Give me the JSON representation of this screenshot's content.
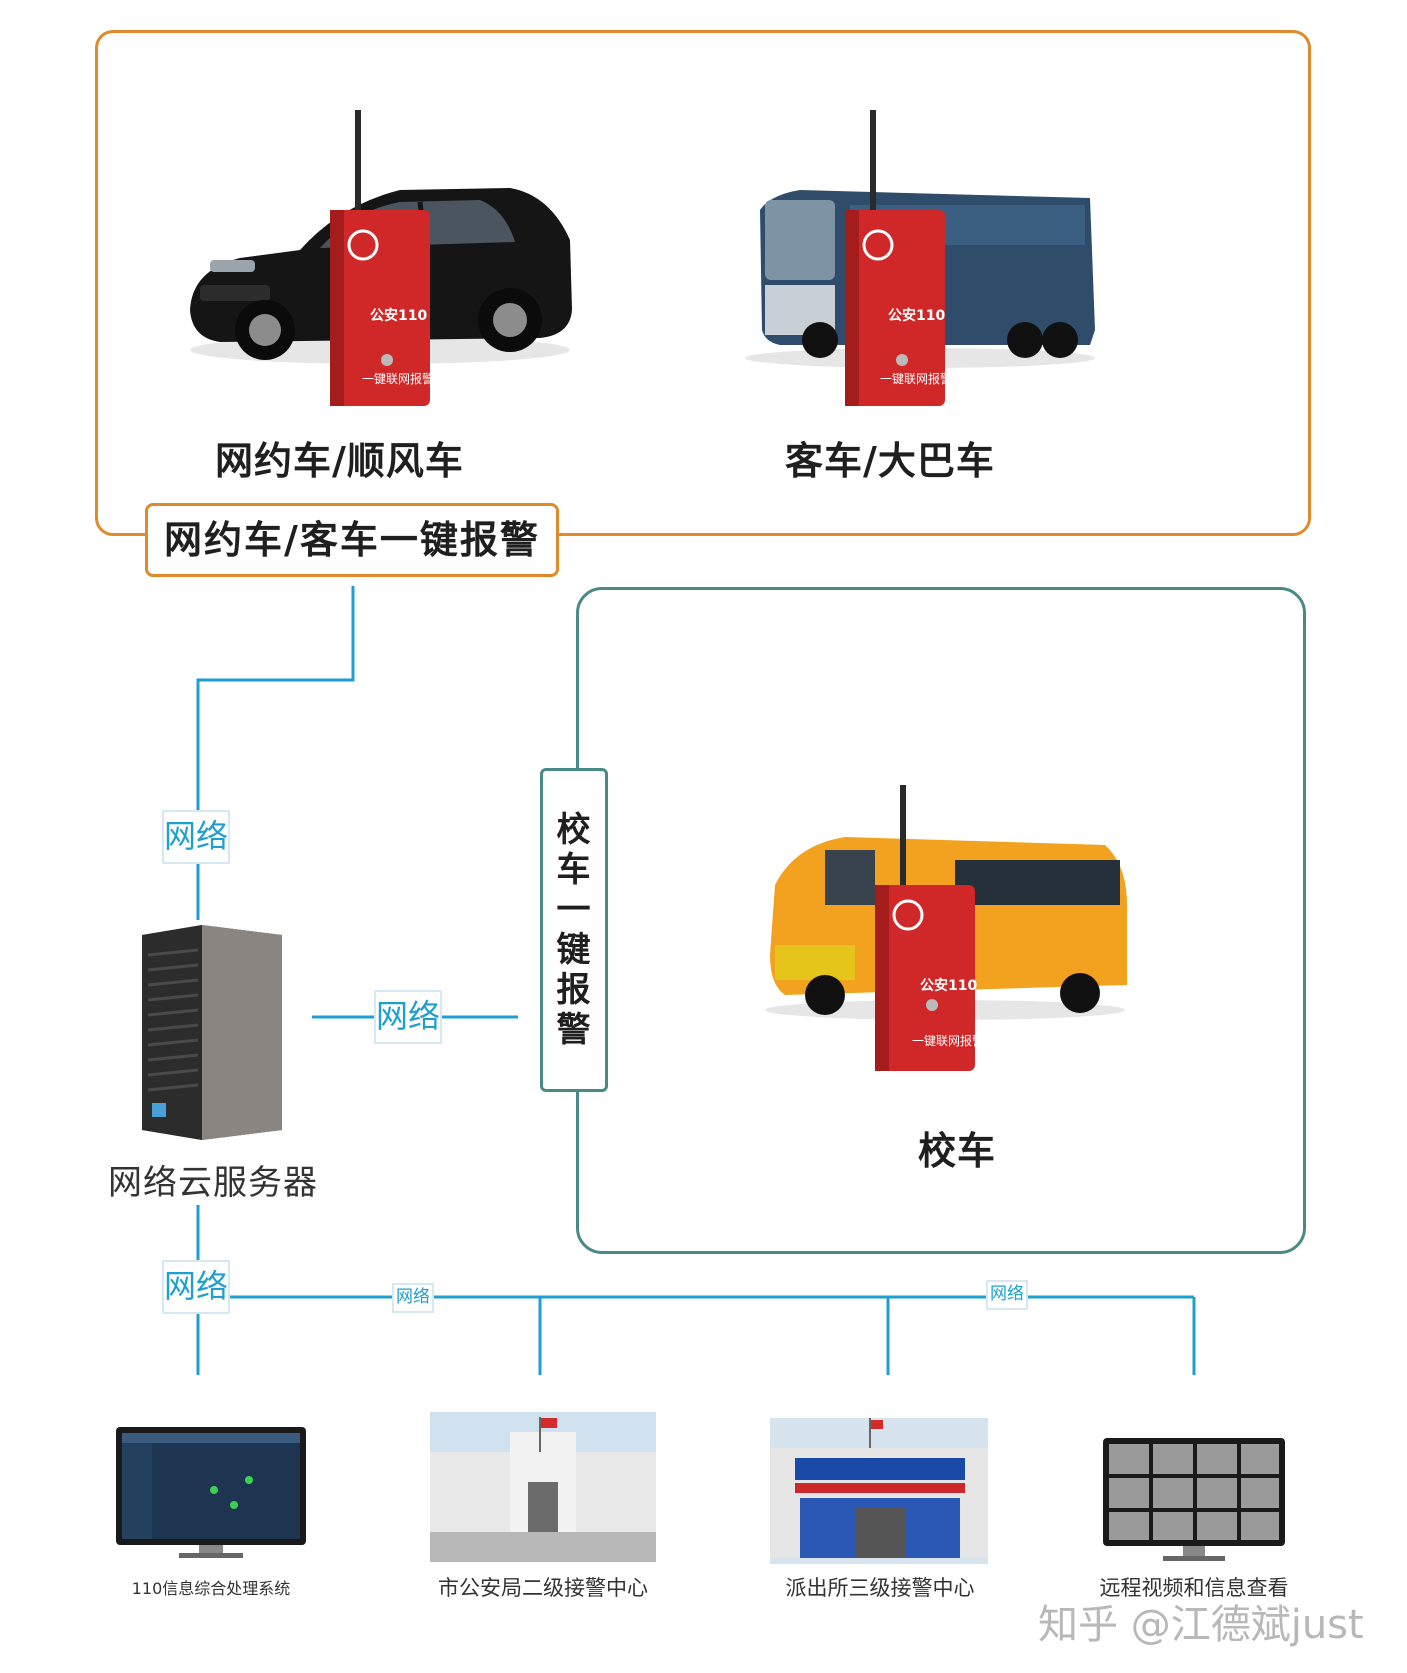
{
  "top_group": {
    "vehicles": [
      {
        "label": "网约车/顺风车",
        "device_text": [
          "公安110",
          "一键联网报警"
        ]
      },
      {
        "label": "客车/大巴车",
        "device_text": [
          "公安110",
          "一键联网报警"
        ]
      }
    ],
    "tag": "网约车/客车一键报警",
    "border_color": "#e08a2a"
  },
  "school_group": {
    "vehicle": {
      "label": "校车",
      "device_text": [
        "公安110",
        "一键联网报警"
      ]
    },
    "tag_chars": [
      "校",
      "车",
      "一",
      "键",
      "报",
      "警"
    ],
    "border_color": "#4a8a86"
  },
  "server": {
    "label": "网络云服务器"
  },
  "network_label": "网络",
  "line_color": "#1e9fd0",
  "endpoints": [
    {
      "label": "110信息综合处理系统"
    },
    {
      "label": "市公安局二级接警中心"
    },
    {
      "label": "派出所三级接警中心"
    },
    {
      "label": "远程视频和信息查看"
    }
  ],
  "watermark": "知乎 @江德斌just"
}
